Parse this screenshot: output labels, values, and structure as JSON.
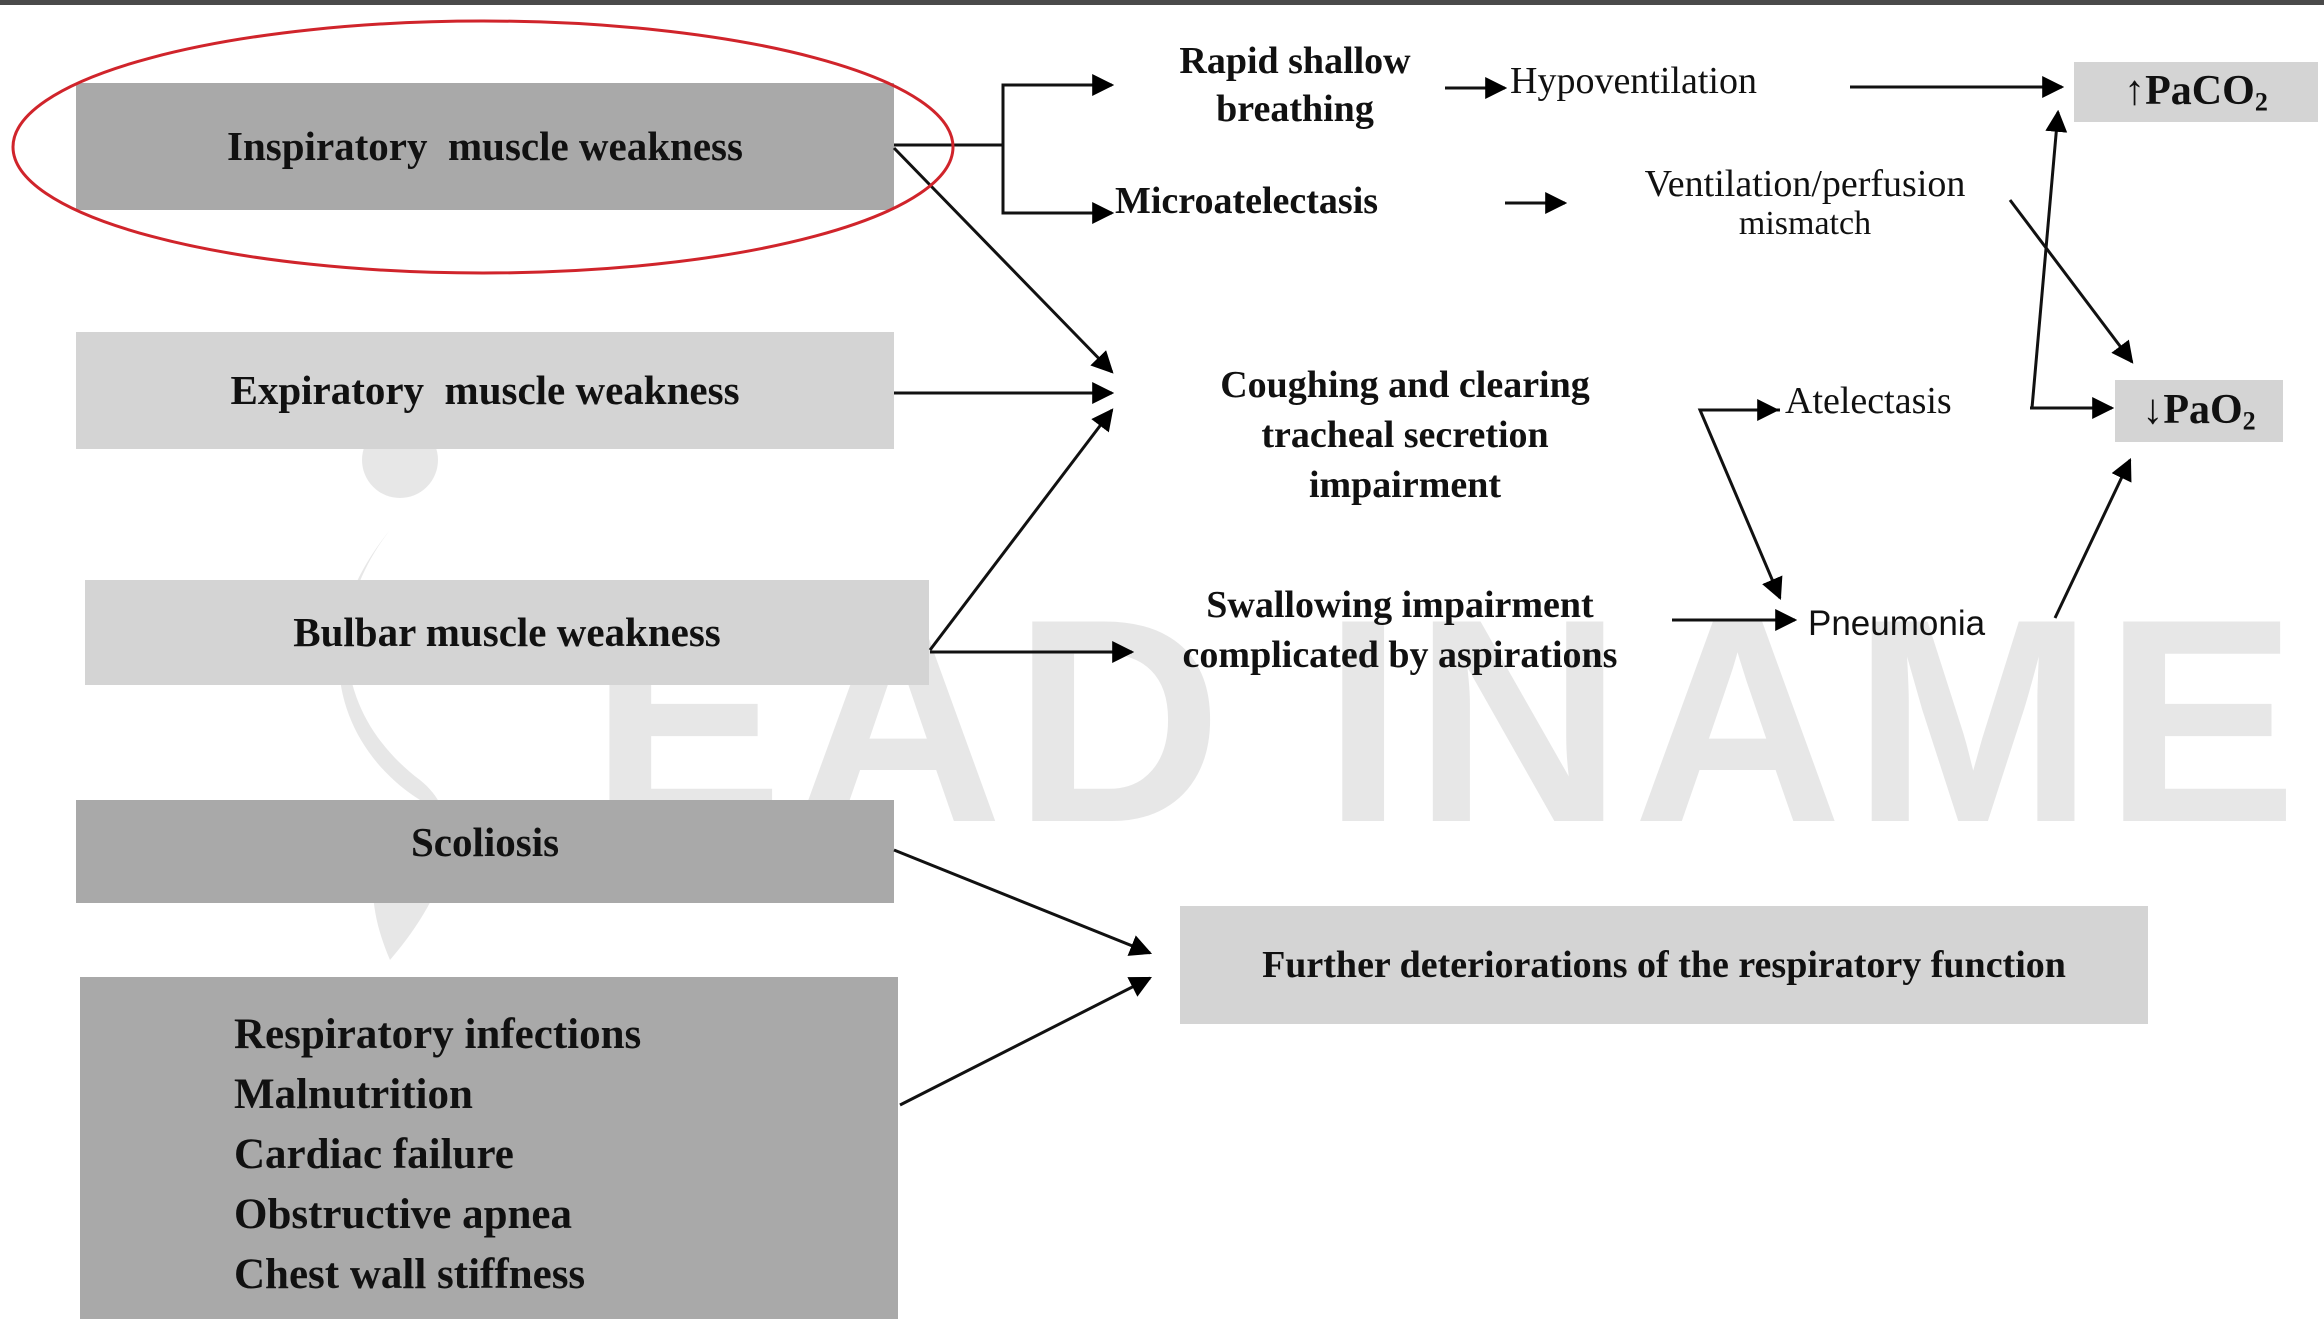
{
  "causes": {
    "inspiratory": "Inspiratory  muscle weakness",
    "expiratory": "Expiratory  muscle weakness",
    "bulbar": "Bulbar muscle weakness",
    "scoliosis": "Scoliosis",
    "other": [
      "Respiratory infections",
      "Malnutrition",
      "Cardiac failure",
      "Obstructive apnea",
      "Chest wall stiffness"
    ]
  },
  "effects": {
    "rapid_shallow": "Rapid shallow breathing",
    "microatelectasis": "Microatelectasis",
    "hypoventilation": "Hypoventilation",
    "vq_mismatch_1": "Ventilation/perfusion",
    "vq_mismatch_2": "mismatch",
    "coughing": "Coughing and clearing tracheal secretion impairment",
    "swallowing": "Swallowing impairment complicated by aspirations",
    "atelectasis": "Atelectasis",
    "pneumonia": "Pneumonia",
    "further": "Further deteriorations of the respiratory function"
  },
  "outcomes": {
    "paco2_prefix": "↑PaCO",
    "paco2_sub": "2",
    "pao2_prefix": "↓PaO",
    "pao2_sub": "2"
  },
  "watermark": "EAD INAME",
  "colors": {
    "dark_box": "#a9a9a9",
    "light_box": "#d4d4d4",
    "highlight": "#d0242b"
  }
}
